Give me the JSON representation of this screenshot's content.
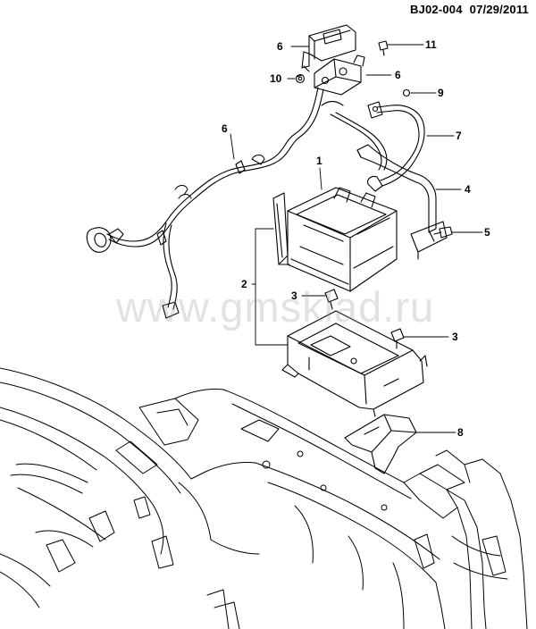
{
  "header": {
    "code": "BJ02-004",
    "date": "07/29/2011"
  },
  "watermark": "www.gmsklad.ru",
  "callouts": [
    {
      "id": "c1",
      "label": "1"
    },
    {
      "id": "c2",
      "label": "2"
    },
    {
      "id": "c3a",
      "label": "3"
    },
    {
      "id": "c3b",
      "label": "3"
    },
    {
      "id": "c4",
      "label": "4"
    },
    {
      "id": "c5",
      "label": "5"
    },
    {
      "id": "c6a",
      "label": "6"
    },
    {
      "id": "c6b",
      "label": "6"
    },
    {
      "id": "c6c",
      "label": "6"
    },
    {
      "id": "c7",
      "label": "7"
    },
    {
      "id": "c8",
      "label": "8"
    },
    {
      "id": "c9",
      "label": "9"
    },
    {
      "id": "c10",
      "label": "10"
    },
    {
      "id": "c11",
      "label": "11"
    }
  ],
  "colors": {
    "line": "#000000",
    "background": "#ffffff",
    "watermark": "#969696"
  }
}
